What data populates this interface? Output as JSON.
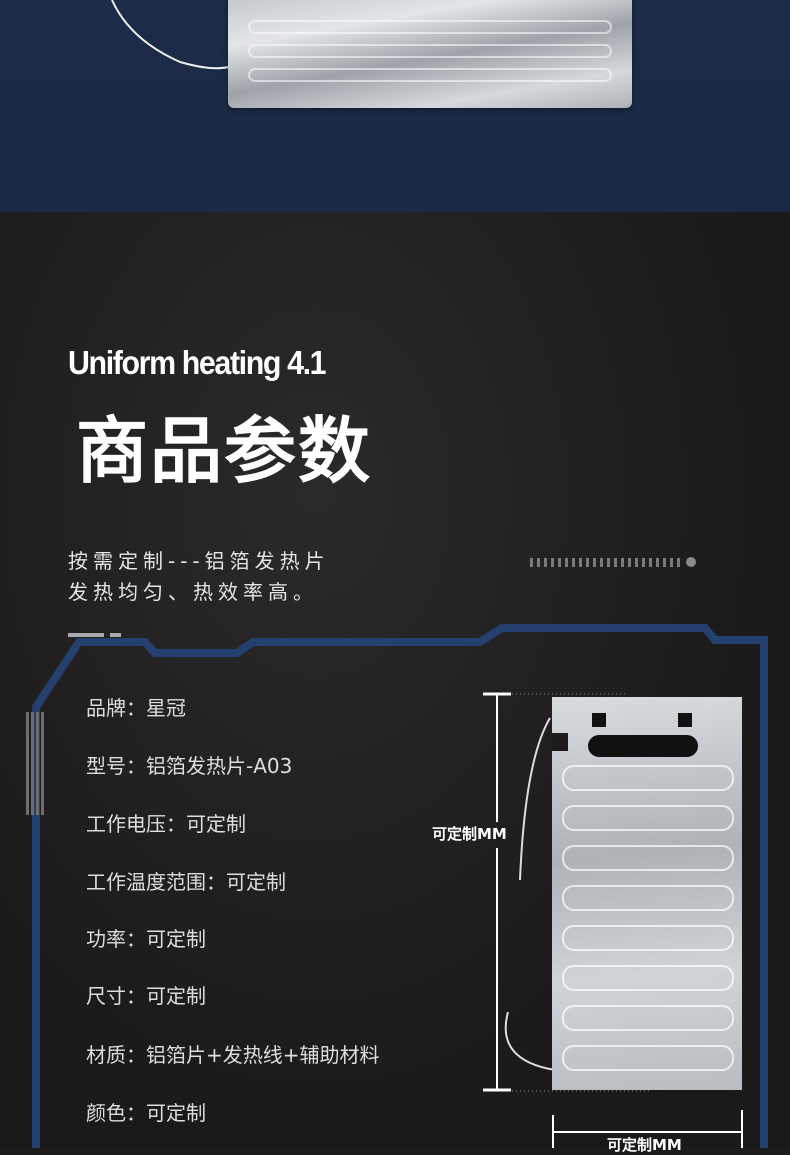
{
  "header": {
    "en_title": "Uniform heating 4.1",
    "cn_title": "商品参数"
  },
  "intro": {
    "line1": "按需定制---铝箔发热片",
    "line2": "发热均匀、热效率高。"
  },
  "specs": [
    {
      "text": "品牌：星冠"
    },
    {
      "text": "型号：铝箔发热片-A03"
    },
    {
      "text": "工作电压：可定制"
    },
    {
      "text": "工作温度范围：可定制"
    },
    {
      "text": "功率：可定制"
    },
    {
      "text": "尺寸：可定制"
    },
    {
      "text": "材质：铝箔片+发热线+辅助材料"
    },
    {
      "text": "颜色：可定制"
    }
  ],
  "dimensions": {
    "height_label": "可定制MM",
    "width_label": "可定制MM"
  },
  "colors": {
    "top_bg": "#1c2c48",
    "frame": "#24406e",
    "bg": "#1d1b1c"
  }
}
